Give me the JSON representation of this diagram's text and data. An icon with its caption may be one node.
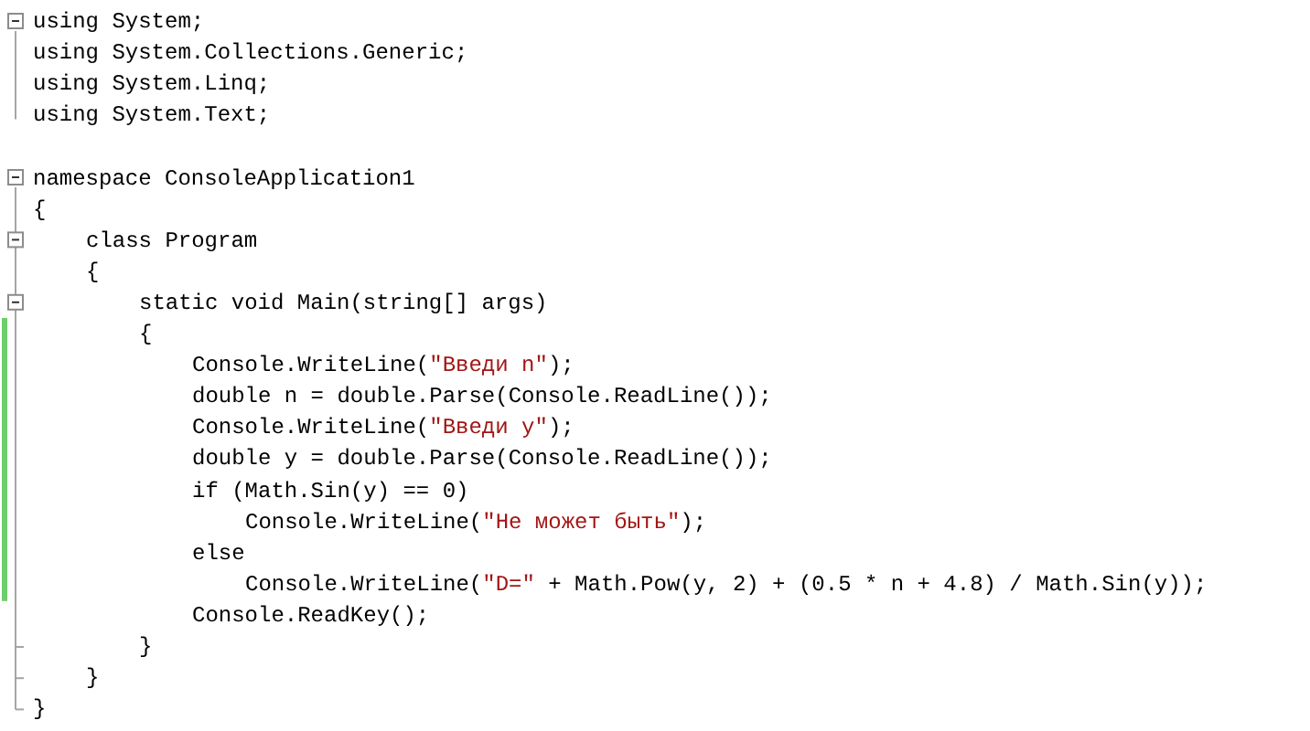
{
  "diagram": {
    "labels": [
      "using System;",
      "using System.Collections.Generic;",
      "using System.Linq;",
      "using System.Text;",
      "namespace ConsoleApplication1",
      "{",
      "class Program",
      "{",
      "static void Main(string[] args)",
      "{",
      "Console.WriteLine(\"Введи n\");",
      "double n = double.Parse(Console.ReadLine());",
      "Console.WriteLine(\"Введи y\");",
      "double y = double.Parse(Console.ReadLine());",
      "if (Math.Sin(y) == 0)",
      "Console.WriteLine(\"Не может быть\");",
      "else",
      "Console.WriteLine(\"D=\" + Math.Pow(y, 2) + (0.5 * n + 4.8) / Math.Sin(y));",
      "Console.ReadKey();",
      "}",
      "}",
      "}"
    ]
  }
}
